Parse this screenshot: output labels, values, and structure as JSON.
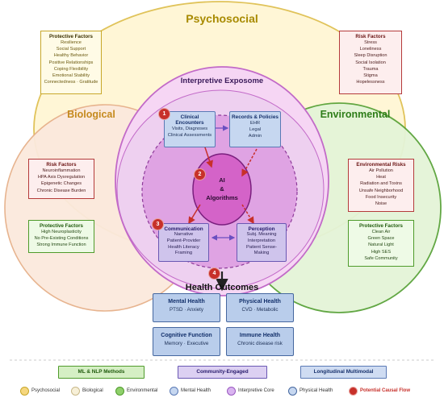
{
  "sections": {
    "psychosocial": "Psychosocial",
    "biological": "Biological",
    "environmental": "Environmental",
    "interpretive": "Interpretive Exposome",
    "health_outcomes": "Health Outcomes"
  },
  "boxes": {
    "psy_protective": {
      "title": "Protective Factors",
      "items": [
        "Resilience",
        "Social Support",
        "Healthy Behavior",
        "Positive Relationships",
        "Coping Flexibility",
        "Emotional Stability",
        "Connectedness · Gratitude"
      ]
    },
    "psy_risk": {
      "title": "Risk Factors",
      "items": [
        "Stress",
        "Loneliness",
        "Sleep Disruption",
        "Social Isolation",
        "Trauma",
        "Stigma",
        "Hopelessness"
      ]
    },
    "bio_risk": {
      "title": "Risk Factors",
      "items": [
        "Neuroinflammation",
        "HPA Axis Dysregulation",
        "Epigenetic Changes",
        "Chronic Disease Burden"
      ]
    },
    "bio_protective": {
      "title": "Protective Factors",
      "items": [
        "High Neuroplasticity",
        "No Pre-Existing Conditions",
        "Strong Immune Function"
      ]
    },
    "env_risks": {
      "title": "Environmental Risks",
      "items": [
        "Air Pollution",
        "Heat",
        "Radiation and Toxins",
        "Unsafe Neighborhood",
        "Food Insecurity",
        "Noise"
      ]
    },
    "env_protective": {
      "title": "Protective Factors",
      "items": [
        "Clean Air",
        "Green Space",
        "Natural Light",
        "High SES",
        "Safe Community"
      ]
    },
    "clinical": {
      "title": "Clinical Encounters",
      "items": [
        "Visits, Diagnoses",
        "Clinical Assessments"
      ]
    },
    "records": {
      "title": "Records & Policies",
      "items": [
        "EHR",
        "Legal",
        "Admin"
      ]
    },
    "communication": {
      "title": "Communication",
      "items": [
        "Narrative",
        "Patient-Provider",
        "Health Literacy",
        "Framing"
      ]
    },
    "perception": {
      "title": "Perception",
      "items": [
        "Subj. Meaning",
        "Interpretation",
        "Patient Sense-",
        "Making"
      ]
    },
    "ai": {
      "line1": "AI",
      "line2": "&",
      "line3": "Algorithms"
    }
  },
  "badges": [
    "1",
    "2",
    "3",
    "4"
  ],
  "outcomes": [
    {
      "title": "Mental Health",
      "detail": "PTSD · Anxiety"
    },
    {
      "title": "Physical Health",
      "detail": "CVD · Metabolic"
    },
    {
      "title": "Cognitive Function",
      "detail": "Memory · Executive"
    },
    {
      "title": "Immune Health",
      "detail": "Chronic disease risk"
    }
  ],
  "methods": [
    "ML & NLP Methods",
    "Community-Engaged",
    "Longitudinal Multimodal"
  ],
  "legend": [
    {
      "label": "Psychosocial",
      "fill": "#f6d77e",
      "stroke": "#c8a72a"
    },
    {
      "label": "Biological",
      "fill": "#f7f0d8",
      "stroke": "#c9b98a"
    },
    {
      "label": "Environmental",
      "fill": "#8fd06b",
      "stroke": "#4f9b2b"
    },
    {
      "label": "Mental Health",
      "fill": "#c6d7f0",
      "stroke": "#5a79b5"
    },
    {
      "label": "Interpretive Core",
      "fill": "#d9b4f0",
      "stroke": "#9a5ac0"
    },
    {
      "label": "Physical Health",
      "fill": "#c6d7f0",
      "stroke": "#45679f"
    },
    {
      "label": "Potential Causal Flow",
      "fill": "#c7302a",
      "stroke": "#e8a09c"
    }
  ],
  "colors": {
    "psychosocial": "#a88a00",
    "biological": "#c58a1e",
    "environmental": "#2e7d18",
    "interpretive": "#3a1a5a",
    "causal": "#c7302a"
  }
}
